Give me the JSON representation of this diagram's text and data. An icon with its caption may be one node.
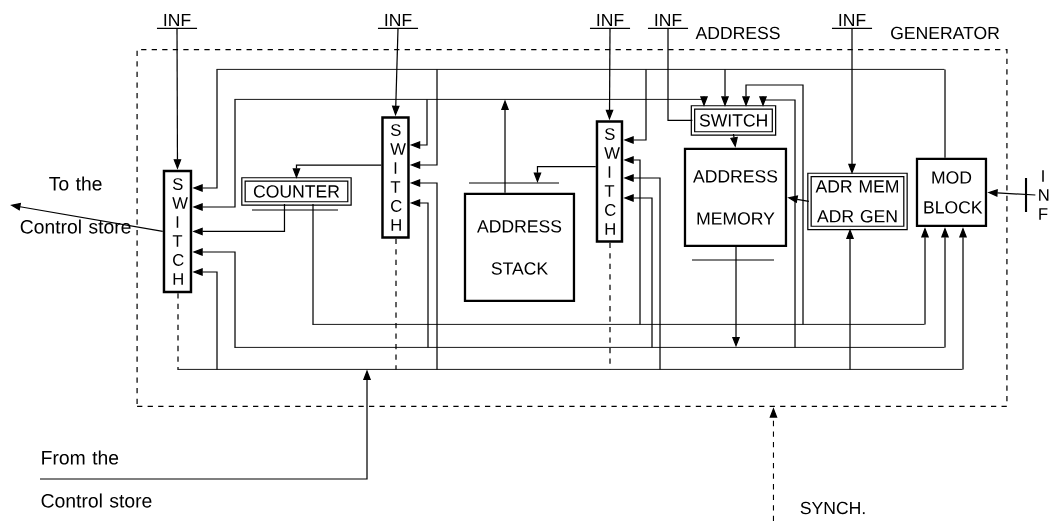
{
  "diagram": {
    "nodes": [
      {
        "text": [
          "ADDRESS",
          "GENERATOR"
        ]
      },
      {
        "text": [
          "SWITCH"
        ],
        "in": 0
      },
      {
        "text": [
          "COUNTER"
        ],
        "in": 0
      },
      {
        "text": [
          "SWITCH"
        ],
        "in": 0
      },
      {
        "text": [
          "ADDRESS STACK"
        ],
        "in": 0
      },
      {
        "text": [
          "SWITCH"
        ],
        "in": 0
      },
      {
        "text": [
          "SWITCH"
        ],
        "in": 0
      },
      {
        "text": [
          "ADDRESS MEMORY"
        ],
        "in": 0
      },
      {
        "text": [
          "ADR MEM ADR GEN"
        ],
        "in": 0
      },
      {
        "text": [
          "MOD BLOCK"
        ],
        "in": 0
      },
      {
        "text": [
          "INF"
        ]
      },
      {
        "text": [
          "INF"
        ]
      },
      {
        "text": [
          "INF"
        ]
      },
      {
        "text": [
          "INF"
        ]
      },
      {
        "text": [
          "INF"
        ]
      },
      {
        "text": [
          "INF"
        ]
      },
      {
        "text": [
          "To the Control store"
        ]
      },
      {
        "text": [
          "From the Control store"
        ]
      },
      {
        "text": [
          "SYNCH."
        ]
      },
      {
        "text": [],
        "shape": "bar",
        "in": 0
      },
      {
        "text": [],
        "shape": "bar",
        "in": 0
      },
      {
        "text": [],
        "shape": "bar",
        "in": 0
      },
      {
        "text": [],
        "shape": "bar",
        "in": 0
      },
      {
        "text": [],
        "shape": "bar",
        "in": 0
      }
    ],
    "edges": [
      {
        "from": 10,
        "to": 1,
        "arrow": "to"
      },
      {
        "from": 11,
        "to": 3,
        "arrow": "to"
      },
      {
        "from": 12,
        "to": 5,
        "arrow": "to"
      },
      {
        "from": 13,
        "to": 6,
        "arrow": "none"
      },
      {
        "from": 14,
        "to": 8,
        "arrow": "to"
      },
      {
        "from": 15,
        "to": 9,
        "arrow": "to"
      },
      {
        "from": 1,
        "to": 16,
        "arrow": "to"
      },
      {
        "from": 3,
        "to": 2,
        "arrow": "to"
      },
      {
        "from": 2,
        "to": 1,
        "arrow": "to"
      },
      {
        "from": 5,
        "to": 4,
        "arrow": "to"
      },
      {
        "from": 6,
        "to": 7,
        "arrow": "to"
      },
      {
        "from": 8,
        "to": 7,
        "arrow": "to"
      },
      {
        "from": 17,
        "to": 23,
        "arrow": "to"
      },
      {
        "from": 18,
        "to": 0,
        "arrow": "to",
        "style": "dashed"
      },
      {
        "from": 9,
        "to": 19,
        "arrow": "none"
      },
      {
        "from": 19,
        "to": 1,
        "arrow": "to"
      },
      {
        "from": 19,
        "to": 3,
        "arrow": "to"
      },
      {
        "from": 19,
        "to": 5,
        "arrow": "to"
      },
      {
        "from": 19,
        "to": 6,
        "arrow": "to"
      },
      {
        "from": 4,
        "to": 20,
        "arrow": "to"
      },
      {
        "from": 20,
        "to": 1,
        "arrow": "to"
      },
      {
        "from": 20,
        "to": 3,
        "arrow": "to"
      },
      {
        "from": 20,
        "to": 6,
        "arrow": "to"
      },
      {
        "from": 2,
        "to": 21,
        "arrow": "none"
      },
      {
        "from": 21,
        "to": 5,
        "arrow": "to"
      },
      {
        "from": 21,
        "to": 6,
        "arrow": "to"
      },
      {
        "from": 21,
        "to": 9,
        "arrow": "to"
      },
      {
        "from": 7,
        "to": 22,
        "arrow": "to"
      },
      {
        "from": 22,
        "to": 1,
        "arrow": "to"
      },
      {
        "from": 22,
        "to": 3,
        "arrow": "to"
      },
      {
        "from": 22,
        "to": 5,
        "arrow": "to"
      },
      {
        "from": 22,
        "to": 6,
        "arrow": "to"
      },
      {
        "from": 22,
        "to": 9,
        "arrow": "to"
      },
      {
        "from": 1,
        "to": 23,
        "arrow": "none",
        "style": "dashed"
      },
      {
        "from": 3,
        "to": 23,
        "arrow": "none",
        "style": "dashed"
      },
      {
        "from": 5,
        "to": 23,
        "arrow": "none",
        "style": "dashed"
      },
      {
        "from": 23,
        "to": 1,
        "arrow": "to"
      },
      {
        "from": 23,
        "to": 3,
        "arrow": "to"
      },
      {
        "from": 23,
        "to": 5,
        "arrow": "to"
      },
      {
        "from": 23,
        "to": 8,
        "arrow": "to"
      },
      {
        "from": 23,
        "to": 9,
        "arrow": "to"
      }
    ]
  }
}
